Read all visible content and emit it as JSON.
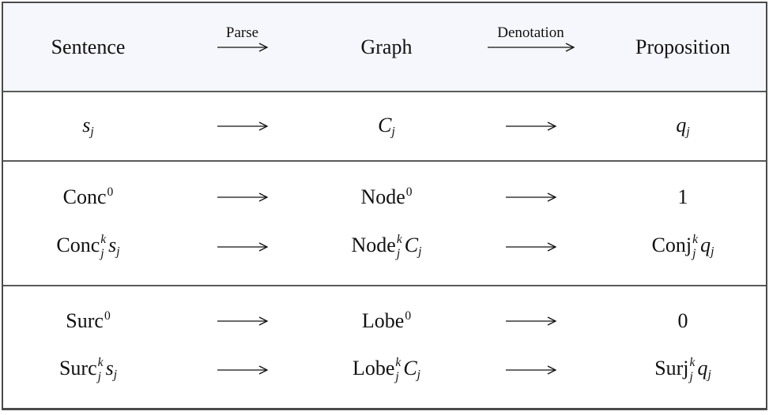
{
  "table": {
    "header": {
      "sentence": "Sentence",
      "parse_label": "Parse",
      "graph": "Graph",
      "denotation_label": "Denotation",
      "proposition": "Proposition"
    },
    "groups": [
      {
        "lines": [
          {
            "sentence": {
              "var": "s",
              "varsub": "j"
            },
            "graph": {
              "var": "C",
              "varsub": "j"
            },
            "proposition": {
              "var": "q",
              "varsub": "j"
            }
          }
        ]
      },
      {
        "lines": [
          {
            "sentence": {
              "base": "Conc",
              "sup": "0"
            },
            "graph": {
              "base": "Node",
              "sup": "0"
            },
            "proposition": {
              "plain": "1"
            }
          },
          {
            "sentence": {
              "base": "Conc",
              "sup": "k",
              "sub": "j",
              "var": "s",
              "varsub": "j"
            },
            "graph": {
              "base": "Node",
              "sup": "k",
              "sub": "j",
              "var": "C",
              "varsub": "j"
            },
            "proposition": {
              "base": "Conj",
              "sup": "k",
              "sub": "j",
              "var": "q",
              "varsub": "j"
            }
          }
        ]
      },
      {
        "lines": [
          {
            "sentence": {
              "base": "Surc",
              "sup": "0"
            },
            "graph": {
              "base": "Lobe",
              "sup": "0"
            },
            "proposition": {
              "plain": "0"
            }
          },
          {
            "sentence": {
              "base": "Surc",
              "sup": "k",
              "sub": "j",
              "var": "s",
              "varsub": "j"
            },
            "graph": {
              "base": "Lobe",
              "sup": "k",
              "sub": "j",
              "var": "C",
              "varsub": "j"
            },
            "proposition": {
              "base": "Surj",
              "sup": "k",
              "sub": "j",
              "var": "q",
              "varsub": "j"
            }
          }
        ]
      }
    ]
  },
  "colors": {
    "header_bg": "#f6f7fc",
    "outer_border": "#4a4a4a",
    "separator": "#5a5a5a",
    "text": "#111111",
    "page_bg": "#ffffff"
  }
}
